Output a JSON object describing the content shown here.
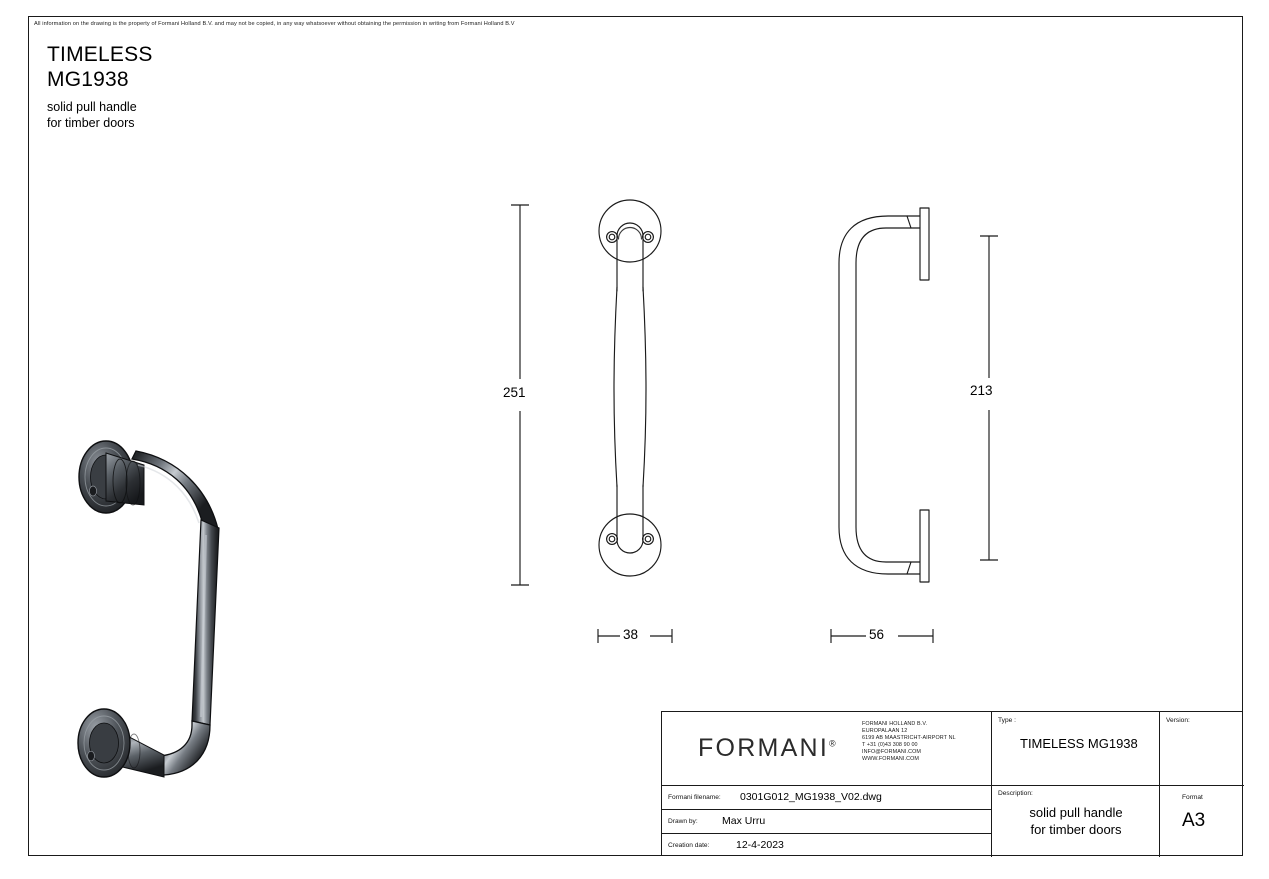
{
  "document": {
    "copyright_notice": "All information on the drawing is the property of Formani Holland B.V. and may not be copied, in any way whatsoever without obtaining the permission in writing from Formani Holland B.V",
    "heading": {
      "line1": "TIMELESS",
      "line2": "MG1938",
      "sub_line1": "solid pull handle",
      "sub_line2": "for timber doors"
    }
  },
  "dimensions": {
    "height_front": "251",
    "height_side": "213",
    "width_front": "38",
    "width_side": "56",
    "unit": "mm"
  },
  "views": {
    "render_label": "isometric-render-pull-handle",
    "front_label": "front-elevation-pull-handle",
    "side_label": "side-elevation-pull-handle"
  },
  "title_block": {
    "logo_text": "FORMANI",
    "logo_registered": "®",
    "address": [
      "FORMANI HOLLAND B.V.",
      "EUROPALAAN 12",
      "6199 AB MAASTRICHT-AIRPORT NL",
      "T +31 (0)43 308 90 00",
      "INFO@FORMANI.COM",
      "WWW.FORMANI.COM"
    ],
    "type_label": "Type :",
    "type_value": "TIMELESS MG1938",
    "version_label": "Version:",
    "version_value": "",
    "filename_label": "Formani filename:",
    "filename_value": "0301G012_MG1938_V02.dwg",
    "drawn_by_label": "Drawn by:",
    "drawn_by_value": "Max Urru",
    "creation_date_label": "Creation date:",
    "creation_date_value": "12-4-2023",
    "description_label": "Description:",
    "description_line1": "solid pull handle",
    "description_line2": "for timber doors",
    "format_label": "Format",
    "format_value": "A3"
  },
  "colors": {
    "line": "#1a1a1a",
    "paper": "#ffffff",
    "metal_dark": "#2e3033",
    "metal_mid": "#6b7076",
    "metal_light": "#b9bec4"
  }
}
